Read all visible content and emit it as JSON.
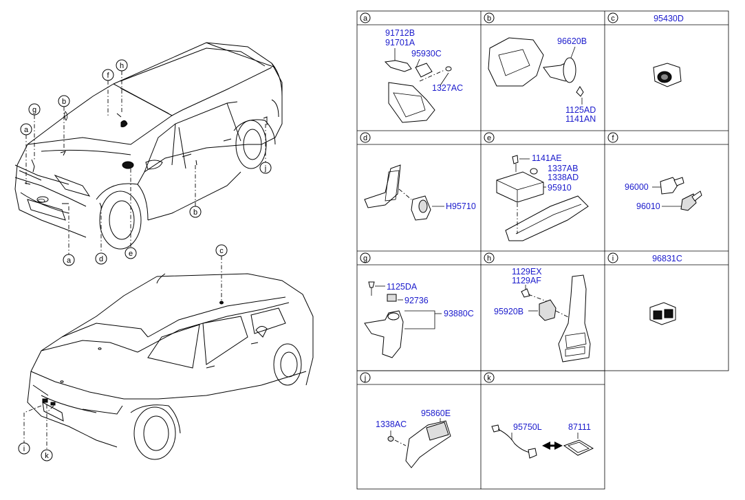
{
  "callouts": {
    "a": "a",
    "b": "b",
    "c": "c",
    "d": "d",
    "e": "e",
    "f": "f",
    "g": "g",
    "h": "h",
    "i": "i",
    "j": "j",
    "k": "k"
  },
  "panels": {
    "a": {
      "letter": "a",
      "title": "",
      "parts": [
        "91712B",
        "91701A",
        "95930C",
        "1327AC"
      ]
    },
    "b": {
      "letter": "b",
      "title": "",
      "parts": [
        "96620B",
        "1125AD",
        "1141AN"
      ]
    },
    "c": {
      "letter": "c",
      "title": "95430D",
      "parts": []
    },
    "d": {
      "letter": "d",
      "title": "",
      "parts": [
        "H95710"
      ]
    },
    "e": {
      "letter": "e",
      "title": "",
      "parts": [
        "1141AE",
        "1337AB",
        "1338AD",
        "95910"
      ]
    },
    "f": {
      "letter": "f",
      "title": "",
      "parts": [
        "96000",
        "96010"
      ]
    },
    "g": {
      "letter": "g",
      "title": "",
      "parts": [
        "1125DA",
        "92736",
        "93880C"
      ]
    },
    "h": {
      "letter": "h",
      "title": "",
      "parts": [
        "1129EX",
        "1129AF",
        "95920B"
      ]
    },
    "i": {
      "letter": "i",
      "title": "96831C",
      "parts": []
    },
    "j": {
      "letter": "j",
      "title": "",
      "parts": [
        "1338AC",
        "95860E"
      ]
    },
    "k": {
      "letter": "k",
      "title": "",
      "parts": [
        "95750L",
        "87111"
      ]
    }
  },
  "colors": {
    "part_number": "#1a1acc",
    "line": "#000000",
    "background": "#ffffff"
  }
}
